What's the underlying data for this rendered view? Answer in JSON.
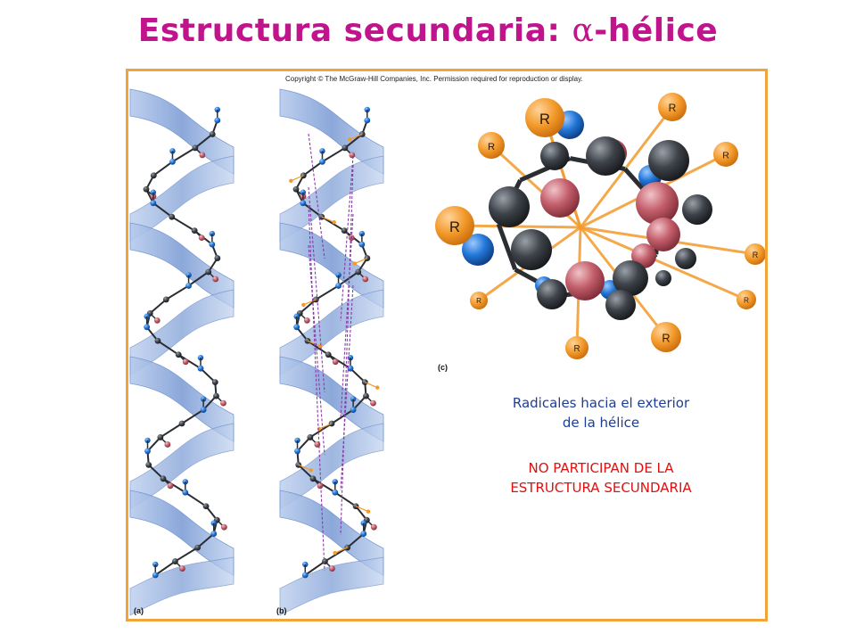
{
  "title": {
    "prefix": "Estructura secundaria: ",
    "greek": "α",
    "suffix": "-hélice"
  },
  "figure": {
    "copyright": "Copyright © The McGraw-Hill Companies, Inc. Permission required for reproduction or display.",
    "panel_labels": {
      "a": "(a)",
      "b": "(b)",
      "c": "(c)"
    },
    "r_group_label": "R",
    "caption_blue": [
      "Radicales hacia el exterior",
      "de la hélice"
    ],
    "caption_red": [
      "NO PARTICIPAN DE LA",
      "ESTRUCTURA SECUNDARIA"
    ]
  },
  "colors": {
    "title": "#c0148c",
    "frame": "#f2a33a",
    "ribbon": "#8eaee0",
    "carbon": "#3b3f45",
    "nitrogen": "#1f6fd0",
    "oxygen": "#c2626e",
    "r_group": "#f39a2b",
    "caption_blue": "#1c3d9a",
    "caption_red": "#e01010"
  }
}
